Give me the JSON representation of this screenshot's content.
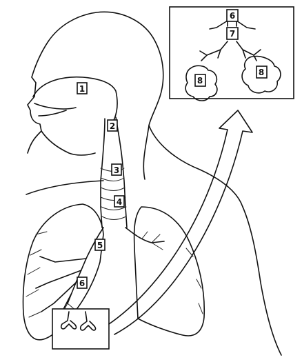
{
  "labels": {
    "l1": "1",
    "l2": "2",
    "l3": "3",
    "l4": "4",
    "l5": "5",
    "l6": "6",
    "inset6": "6",
    "inset7": "7",
    "inset8_left": "8",
    "inset8_right": "8"
  }
}
